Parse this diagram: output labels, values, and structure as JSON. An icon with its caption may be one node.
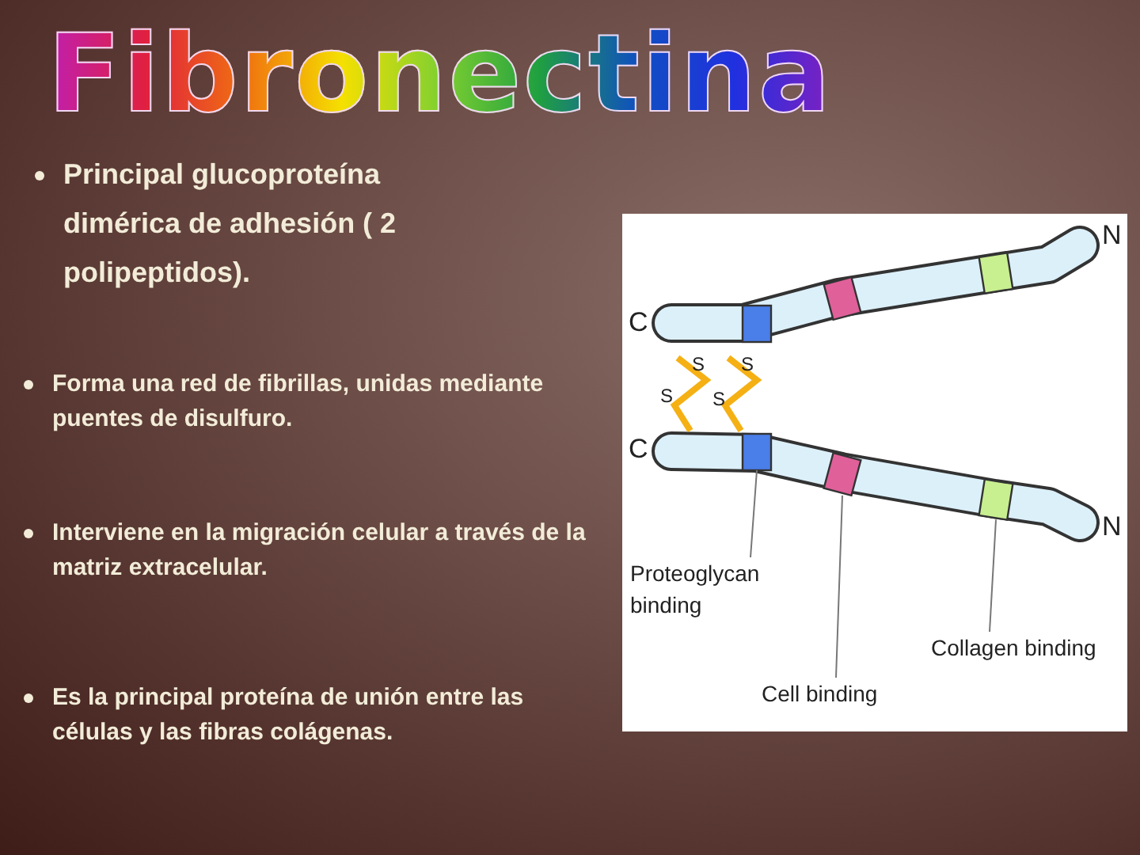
{
  "diagram": {
    "title": "Fibronectina",
    "nodes": [
      {
        "text": [
          "Proteoglycan binding"
        ]
      },
      {
        "text": [],
        "shape": "box"
      },
      {
        "text": [
          "Cell binding"
        ]
      },
      {
        "text": [],
        "shape": "box"
      },
      {
        "text": [
          "Collagen binding"
        ]
      },
      {
        "text": [],
        "shape": "box"
      },
      {
        "text": [],
        "shape": "box"
      },
      {
        "text": [],
        "shape": "box"
      },
      {
        "text": [],
        "shape": "box"
      }
    ],
    "edges": [
      {
        "from": 0,
        "to": 1,
        "arrow": "none"
      },
      {
        "from": 2,
        "to": 3,
        "arrow": "none"
      },
      {
        "from": 4,
        "to": 5,
        "arrow": "none"
      }
    ],
    "labels": [
      "Principal glucoproteína dimérica de adhesión ( 2 polipeptidos).",
      "Forma una red de fibrillas, unidas mediante puentes de disulfuro.",
      "Interviene  en la migración celular a través de la matriz extracelular.",
      "Es la principal proteína de unión entre las células y las fibras colágenas.",
      "N",
      "C",
      "S",
      "S",
      "S",
      "S",
      "C",
      "N"
    ]
  }
}
